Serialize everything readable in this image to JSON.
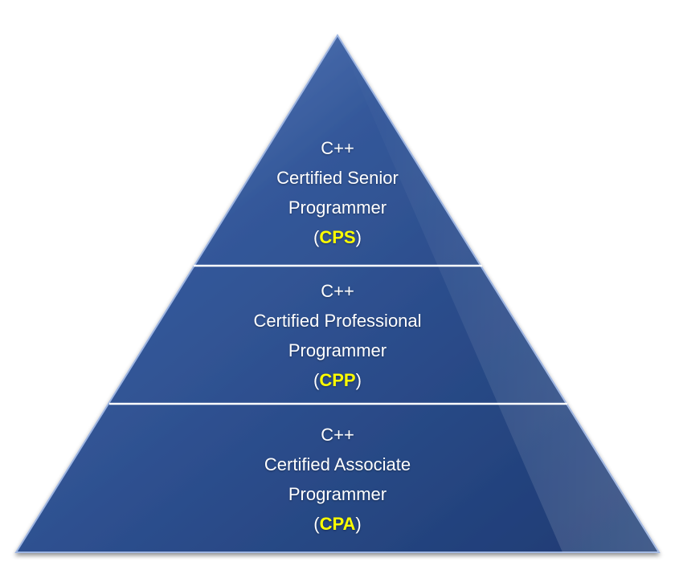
{
  "diagram": {
    "tiers": [
      {
        "id": "senior",
        "lang": "C++",
        "name_line1": "Certified Senior",
        "name_line2": "Programmer",
        "abbr": "CPS"
      },
      {
        "id": "professional",
        "lang": "C++",
        "name_line1": "Certified Professional",
        "name_line2": "Programmer",
        "abbr": "CPP"
      },
      {
        "id": "associate",
        "lang": "C++",
        "name_line1": "Certified Associate",
        "name_line2": "Programmer",
        "abbr": "CPA"
      }
    ],
    "colors": {
      "fill_dark": "#1d3a72",
      "fill_light": "#6f8fc9",
      "divider": "#ffffff",
      "text": "#ffffff",
      "abbr": "#ffff00"
    }
  }
}
